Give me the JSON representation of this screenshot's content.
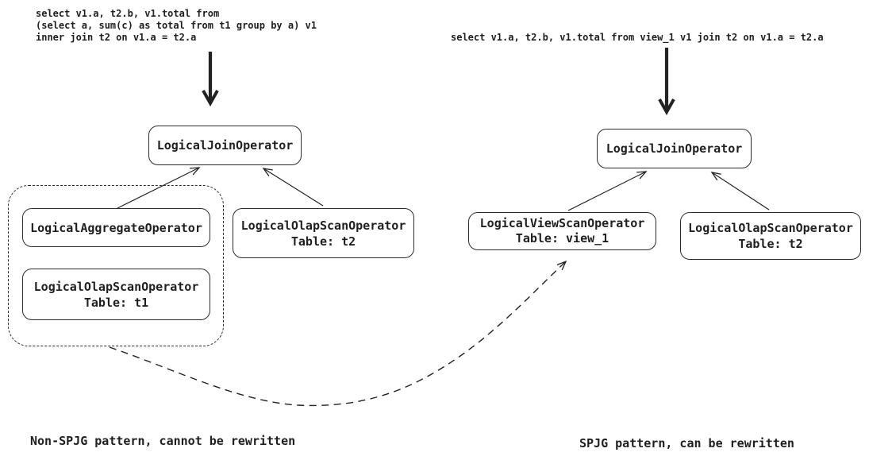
{
  "left": {
    "sql": "select v1.a, t2.b, v1.total from\n(select a, sum(c) as total from t1 group by a) v1\ninner join t2 on v1.a = t2.a",
    "join_label": "LogicalJoinOperator",
    "aggregate_label": "LogicalAggregateOperator",
    "scan_t1": {
      "title": "LogicalOlapScanOperator",
      "subtitle": "Table: t1"
    },
    "scan_t2": {
      "title": "LogicalOlapScanOperator",
      "subtitle": "Table: t2"
    },
    "caption": "Non-SPJG pattern, cannot be rewritten"
  },
  "right": {
    "sql": "select v1.a, t2.b, v1.total from view_1 v1 join t2 on v1.a = t2.a",
    "join_label": "LogicalJoinOperator",
    "view_scan": {
      "title": "LogicalViewScanOperator",
      "subtitle": "Table: view_1"
    },
    "scan_t2": {
      "title": "LogicalOlapScanOperator",
      "subtitle": "Table: t2"
    },
    "caption": "SPJG pattern, can be rewritten"
  },
  "colors": {
    "ink": "#1f1f1f",
    "background": "#ffffff"
  }
}
